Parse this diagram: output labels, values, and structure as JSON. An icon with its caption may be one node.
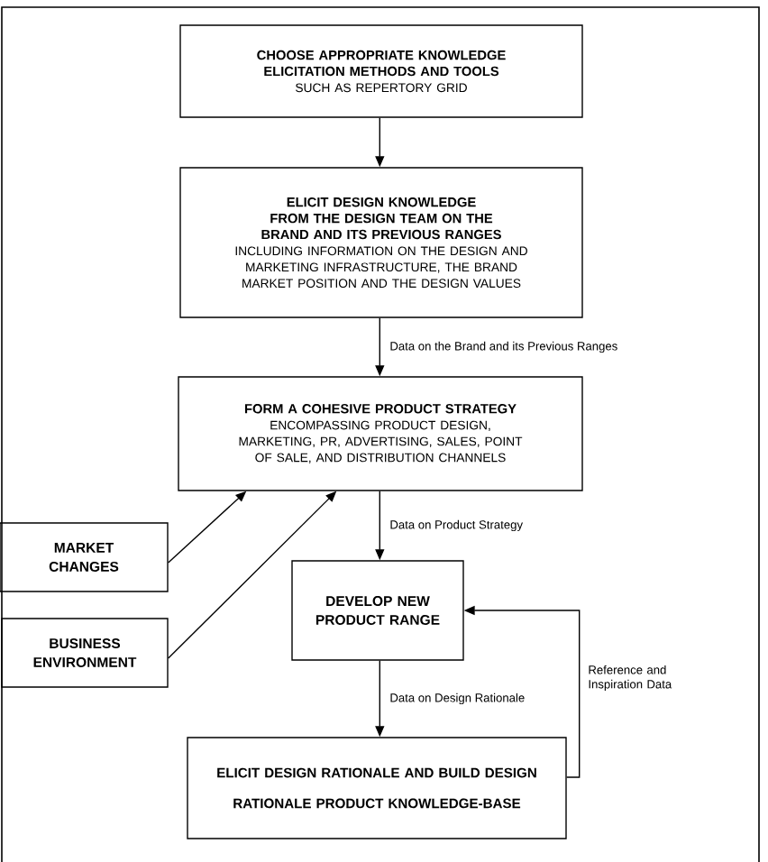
{
  "diagram": {
    "nodes": [
      {
        "text": [
          "CHOOSE APPROPRIATE KNOWLEDGE ELICITATION METHODS AND TOOLS",
          "SUCH AS REPERTORY GRID"
        ]
      },
      {
        "text": [
          "ELICIT DESIGN KNOWLEDGE FROM THE DESIGN TEAM ON THE BRAND AND ITS PREVIOUS RANGES",
          "INCLUDING INFORMATION ON THE DESIGN AND MARKETING INFRASTRUCTURE, THE BRAND MARKET POSITION AND THE DESIGN VALUES"
        ]
      },
      {
        "text": [
          "FORM A COHESIVE PRODUCT STRATEGY",
          "ENCOMPASSING PRODUCT DESIGN, MARKETING, PR, ADVERTISING, SALES, POINT OF SALE, AND DISTRIBUTION CHANNELS"
        ]
      },
      {
        "text": [
          "MARKET CHANGES"
        ]
      },
      {
        "text": [
          "BUSINESS ENVIRONMENT"
        ]
      },
      {
        "text": [
          "DEVELOP NEW PRODUCT RANGE"
        ]
      },
      {
        "text": [
          "ELICIT DESIGN RATIONALE AND BUILD DESIGN RATIONALE PRODUCT KNOWLEDGE-BASE"
        ]
      }
    ],
    "edges": [
      {
        "from": 0,
        "to": 1,
        "arrow": "to"
      },
      {
        "from": 1,
        "to": 2,
        "arrow": "to",
        "label": "Data on the Brand and its Previous Ranges"
      },
      {
        "from": 3,
        "to": 2,
        "arrow": "to"
      },
      {
        "from": 4,
        "to": 2,
        "arrow": "to"
      },
      {
        "from": 2,
        "to": 5,
        "arrow": "to",
        "label": "Data on Product Strategy"
      },
      {
        "from": 5,
        "to": 6,
        "arrow": "to",
        "label": "Data on Design Rationale"
      },
      {
        "from": 6,
        "to": 5,
        "arrow": "to",
        "label": "Reference and Inspiration Data"
      }
    ]
  }
}
